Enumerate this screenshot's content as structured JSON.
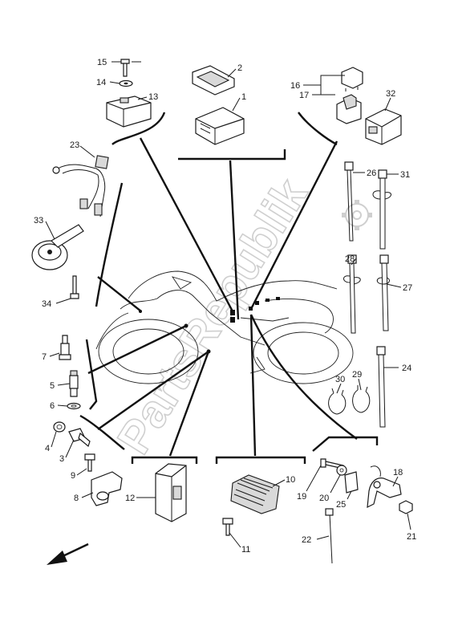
{
  "watermark": "PartsRepublik",
  "labels": {
    "p1": "1",
    "p2": "2",
    "p3": "3",
    "p4": "4",
    "p5": "5",
    "p6": "6",
    "p7": "7",
    "p8": "8",
    "p9": "9",
    "p10": "10",
    "p11": "11",
    "p12": "12",
    "p13": "13",
    "p14": "14",
    "p15": "15",
    "p16": "16",
    "p17": "17",
    "p18": "18",
    "p19": "19",
    "p20": "20",
    "p21": "21",
    "p22": "22",
    "p23": "23",
    "p24": "24",
    "p25": "25",
    "p26": "26",
    "p27": "27",
    "p28": "28",
    "p29": "29",
    "p30": "30",
    "p31": "31",
    "p32": "32",
    "p33": "33",
    "p34": "34"
  },
  "icons": {
    "front_arrow": "arrow-down-left-icon",
    "watermark_gear": "gear-icon"
  }
}
